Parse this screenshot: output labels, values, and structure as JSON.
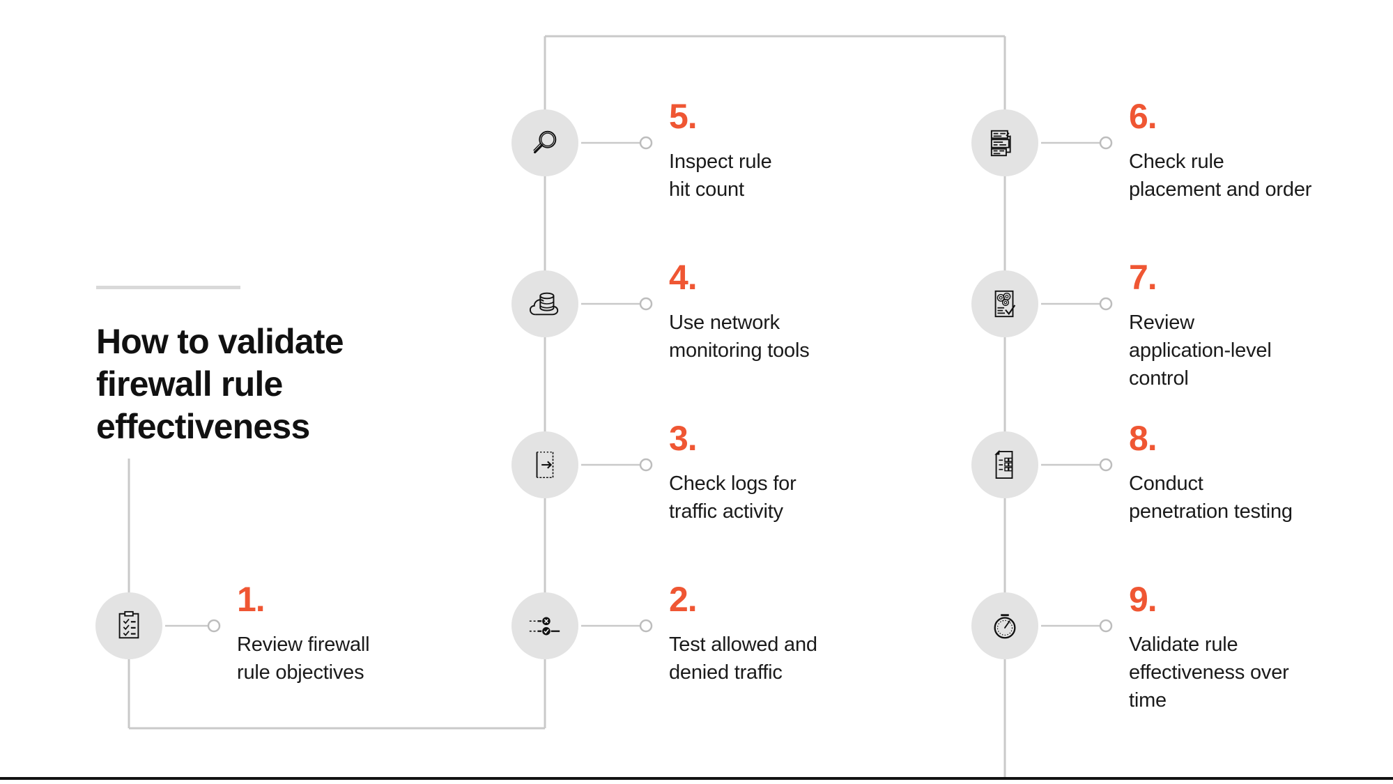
{
  "colors": {
    "accent": "#ef5633",
    "text": "#1a1a1a",
    "title": "#111111",
    "bubble": "#e3e3e3",
    "connector": "#c9c9c9",
    "rule": "#d9d9d9",
    "footer_rule": "#111111",
    "background": "#ffffff"
  },
  "header": {
    "title": "How to validate\nfirewall rule\neffectiveness",
    "rule_label": "title-divider"
  },
  "steps": [
    {
      "number": "1.",
      "label": "Review firewall\nrule objectives",
      "icon": "clipboard-checklist-icon",
      "column": "left"
    },
    {
      "number": "2.",
      "label": "Test allowed and\ndenied traffic",
      "icon": "allow-deny-traffic-icon",
      "column": "middle"
    },
    {
      "number": "3.",
      "label": "Check logs for\ntraffic activity",
      "icon": "log-export-arrow-icon",
      "column": "middle"
    },
    {
      "number": "4.",
      "label": "Use network\nmonitoring tools",
      "icon": "cloud-database-icon",
      "column": "middle"
    },
    {
      "number": "5.",
      "label": "Inspect rule\nhit count",
      "icon": "magnifying-glass-icon",
      "column": "middle"
    },
    {
      "number": "6.",
      "label": "Check rule\nplacement and order",
      "icon": "rule-reorder-icon",
      "column": "right"
    },
    {
      "number": "7.",
      "label": "Review\napplication-level\ncontrol",
      "icon": "document-gears-check-icon",
      "column": "right"
    },
    {
      "number": "8.",
      "label": "Conduct\npenetration testing",
      "icon": "document-checkboxes-icon",
      "column": "right"
    },
    {
      "number": "9.",
      "label": "Validate rule\neffectiveness over\ntime",
      "icon": "stopwatch-icon",
      "column": "right"
    }
  ]
}
